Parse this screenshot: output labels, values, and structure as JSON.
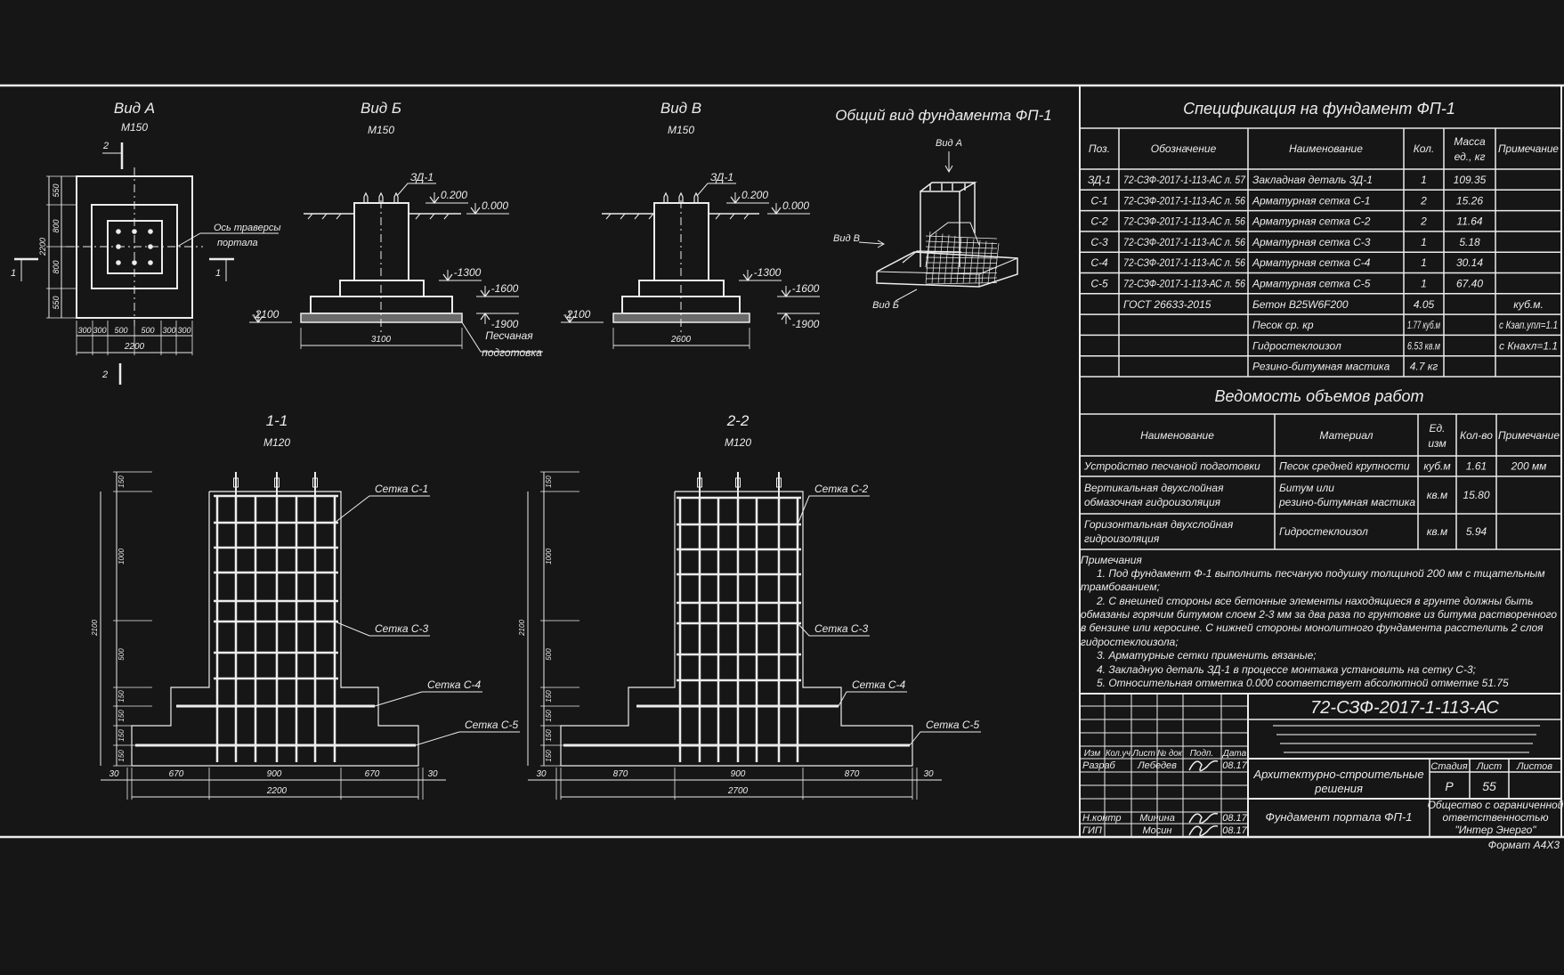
{
  "views": {
    "vid_a": {
      "title": "Вид А",
      "scale": "М150",
      "dims_v": [
        "550",
        "800",
        "800",
        "550"
      ],
      "dim_total_v": "2200",
      "dims_h": [
        "300",
        "300",
        "500",
        "500",
        "300",
        "300"
      ],
      "dim_total_h": "2200",
      "axis_label": [
        "Ось траверсы",
        "портала"
      ],
      "section_marks": [
        "2",
        "2",
        "1",
        "1"
      ]
    },
    "vid_b": {
      "title": "Вид Б",
      "scale": "М150",
      "embed": "ЗД-1",
      "el_top": "0.200",
      "el_ground": "0.000",
      "el_1": "-1300",
      "el_2": "-1600",
      "el_3": "-1900",
      "el_4": "-2100",
      "width": "3100",
      "sand": [
        "Песчаная",
        "подготовка"
      ]
    },
    "vid_v": {
      "title": "Вид В",
      "scale": "М150",
      "embed": "ЗД-1",
      "el_top": "0.200",
      "el_ground": "0.000",
      "el_1": "-1300",
      "el_2": "-1600",
      "el_3": "-1900",
      "el_4": "-2100",
      "width": "2600"
    },
    "general": {
      "title": "Общий вид фундамента ФП-1",
      "view_a": "Вид А",
      "view_v": "Вид В",
      "view_b": "Вид Б"
    }
  },
  "sections": [
    {
      "title": "1-1",
      "scale": "М120",
      "mesh_labels": [
        "Сетка С-1",
        "Сетка С-3",
        "Сетка С-4",
        "Сетка С-5"
      ],
      "dims_bottom": [
        "30",
        "670",
        "900",
        "670",
        "30"
      ],
      "dim_total": "2200",
      "dims_left": [
        "150",
        "1000",
        "500",
        "150",
        "150",
        "150",
        "150"
      ],
      "dim_height": "2100"
    },
    {
      "title": "2-2",
      "scale": "М120",
      "mesh_labels": [
        "Сетка С-2",
        "Сетка С-3",
        "Сетка С-4",
        "Сетка С-5"
      ],
      "dims_bottom": [
        "30",
        "870",
        "900",
        "870",
        "30"
      ],
      "dim_total": "2700",
      "dims_left": [
        "150",
        "1000",
        "500",
        "150",
        "150",
        "150",
        "150"
      ],
      "dim_height": "2100"
    }
  ],
  "spec": {
    "title": "Спецификация на фундамент ФП-1",
    "headers": [
      "Поз.",
      "Обозначение",
      "Наименование",
      "Кол.",
      [
        "Масса",
        "ед., кг"
      ],
      "Примечание"
    ],
    "rows": [
      [
        "ЗД-1",
        "72-СЗФ-2017-1-113-АС л. 57",
        "Закладная деталь ЗД-1",
        "1",
        "109.35",
        ""
      ],
      [
        "С-1",
        "72-СЗФ-2017-1-113-АС л. 56",
        "Арматурная сетка С-1",
        "2",
        "15.26",
        ""
      ],
      [
        "С-2",
        "72-СЗФ-2017-1-113-АС л. 56",
        "Арматурная сетка С-2",
        "2",
        "11.64",
        ""
      ],
      [
        "С-3",
        "72-СЗФ-2017-1-113-АС л. 56",
        "Арматурная сетка С-3",
        "1",
        "5.18",
        ""
      ],
      [
        "С-4",
        "72-СЗФ-2017-1-113-АС л. 56",
        "Арматурная сетка С-4",
        "1",
        "30.14",
        ""
      ],
      [
        "С-5",
        "72-СЗФ-2017-1-113-АС л. 56",
        "Арматурная сетка С-5",
        "1",
        "67.40",
        ""
      ],
      [
        "",
        "ГОСТ 26633-2015",
        "Бетон В25W6F200",
        "4.05",
        "",
        "куб.м."
      ],
      [
        "",
        "",
        "Песок ср. кр",
        "1.77 куб.м",
        "",
        "с Кзап.упл=1.1"
      ],
      [
        "",
        "",
        "Гидростеклоизол",
        "6.53 кв.м",
        "",
        "с Кнахл=1.1"
      ],
      [
        "",
        "",
        "Резино-битумная мастика",
        "4.7 кг",
        "",
        ""
      ]
    ]
  },
  "volumes": {
    "title": "Ведомость объемов работ",
    "headers": [
      "Наименование",
      "Материал",
      [
        "Ед.",
        "изм"
      ],
      "Кол-во",
      "Примечание"
    ],
    "rows": [
      [
        [
          "Устройство песчаной подготовки"
        ],
        [
          "Песок средней крупности"
        ],
        [
          "куб.м"
        ],
        [
          "1.61"
        ],
        [
          "200 мм"
        ]
      ],
      [
        [
          "Вертикальная двухслойная",
          "обмазочная гидроизоляция"
        ],
        [
          "Битум или",
          "резино-битумная мастика"
        ],
        [
          "кв.м"
        ],
        [
          "15.80"
        ],
        [
          ""
        ]
      ],
      [
        [
          "Горизонтальная двухслойная",
          "гидроизоляция"
        ],
        [
          "Гидростеклоизол"
        ],
        [
          "кв.м"
        ],
        [
          "5.94"
        ],
        [
          ""
        ]
      ]
    ]
  },
  "notes": {
    "title": "Примечания",
    "lines": [
      "1. Под фундамент Ф-1 выполнить песчаную подушку толщиной 200 мм с тщательным",
      "трамбованием;",
      "2. С внешней стороны все бетонные элементы находящиеся в грунте должны быть",
      "обмазаны горячим битумом слоем 2-3 мм за два раза по грунтовке из битума растворенного",
      "в бензине или керосине. С нижней стороны монолитного фундамента расстелить 2 слоя",
      "гидростеклоизола;",
      "3. Арматурные сетки применить вязаные;",
      "4. Закладную деталь ЗД-1 в процессе монтажа установить на сетку С-3;",
      "5. Относительная отметка 0.000 соответствует абсолютной отметке 51.75"
    ]
  },
  "title_block": {
    "code": "72-СЗФ-2017-1-113-АС",
    "headers": [
      "Изм",
      "Кол.уч",
      "Лист",
      "№ док",
      "Подп.",
      "Дата"
    ],
    "people": [
      {
        "role": "Разраб",
        "name": "Лебедев",
        "date": "08.17"
      },
      {
        "role": "Н.контр",
        "name": "Минина",
        "date": "08.17"
      },
      {
        "role": "ГИП",
        "name": "Мосин",
        "date": "08.17"
      }
    ],
    "section_name": [
      "Архитектурно-строительные",
      "решения"
    ],
    "stage_headers": [
      "Стадия",
      "Лист",
      "Листов"
    ],
    "stage_values": [
      "Р",
      "55",
      ""
    ],
    "sheet_name": "Фундамент портала ФП-1",
    "company": [
      "Общество с ограниченной",
      "ответственностью",
      "\"Интер Энерго\""
    ],
    "format": "Формат А4Х3"
  },
  "colors": {
    "background": "#161616",
    "ink": "#ececec"
  }
}
